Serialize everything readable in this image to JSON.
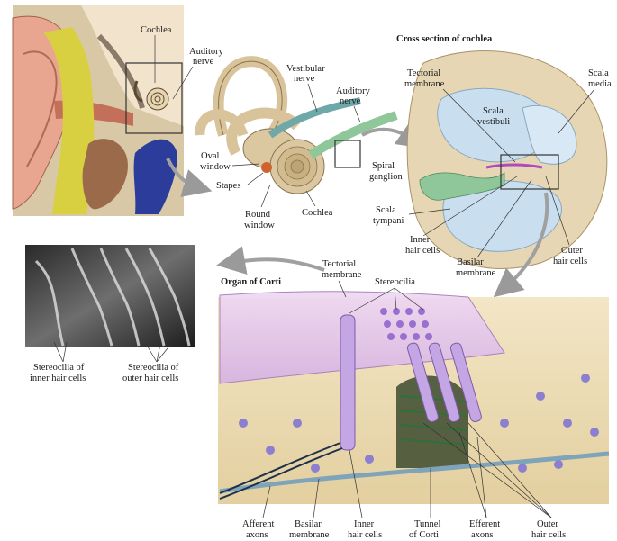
{
  "headings": {
    "cross_section": "Cross section of cochlea",
    "organ_of_corti": "Organ of Corti"
  },
  "ear_panel": {
    "cochlea": "Cochlea",
    "auditory_nerve": [
      "Auditory",
      "nerve"
    ]
  },
  "inner_ear_panel": {
    "vestibular_nerve": [
      "Vestibular",
      "nerve"
    ],
    "auditory_nerve": [
      "Auditory",
      "nerve"
    ],
    "oval_window": [
      "Oval",
      "window"
    ],
    "stapes": "Stapes",
    "round_window": [
      "Round",
      "window"
    ],
    "cochlea": "Cochlea"
  },
  "cross_section_panel": {
    "tectorial_membrane": [
      "Tectorial",
      "membrane"
    ],
    "scala_media": [
      "Scala",
      "media"
    ],
    "scala_vestibuli": [
      "Scala",
      "vestibuli"
    ],
    "spiral_ganglion": [
      "Spiral",
      "ganglion"
    ],
    "scala_tympani": [
      "Scala",
      "tympani"
    ],
    "inner_hair_cells": [
      "Inner",
      "hair cells"
    ],
    "basilar_membrane": [
      "Basilar",
      "membrane"
    ],
    "outer_hair_cells": [
      "Outer",
      "hair cells"
    ]
  },
  "micrograph_panel": {
    "inner_stereocilia": [
      "Stereocilia of",
      "inner hair cells"
    ],
    "outer_stereocilia": [
      "Stereocilia of",
      "outer hair cells"
    ]
  },
  "corti_panel": {
    "tectorial_membrane": [
      "Tectorial",
      "membrane"
    ],
    "stereocilia": "Stereocilia",
    "afferent_axons": [
      "Afferent",
      "axons"
    ],
    "basilar_membrane": [
      "Basilar",
      "membrane"
    ],
    "inner_hair_cells": [
      "Inner",
      "hair cells"
    ],
    "tunnel_of_corti": [
      "Tunnel",
      "of Corti"
    ],
    "efferent_axons": [
      "Efferent",
      "axons"
    ],
    "outer_hair_cells": [
      "Outer",
      "hair cells"
    ]
  },
  "colors": {
    "skin": "#e8a58f",
    "bone": "#e6d6b8",
    "fluid": "#c9dff0",
    "nerve_green": "#8fc79a",
    "hair_cell_purple": "#b48ad6",
    "tectorial_pink": "#e6c8ec",
    "cell_nucleus": "#8c7fd0"
  }
}
